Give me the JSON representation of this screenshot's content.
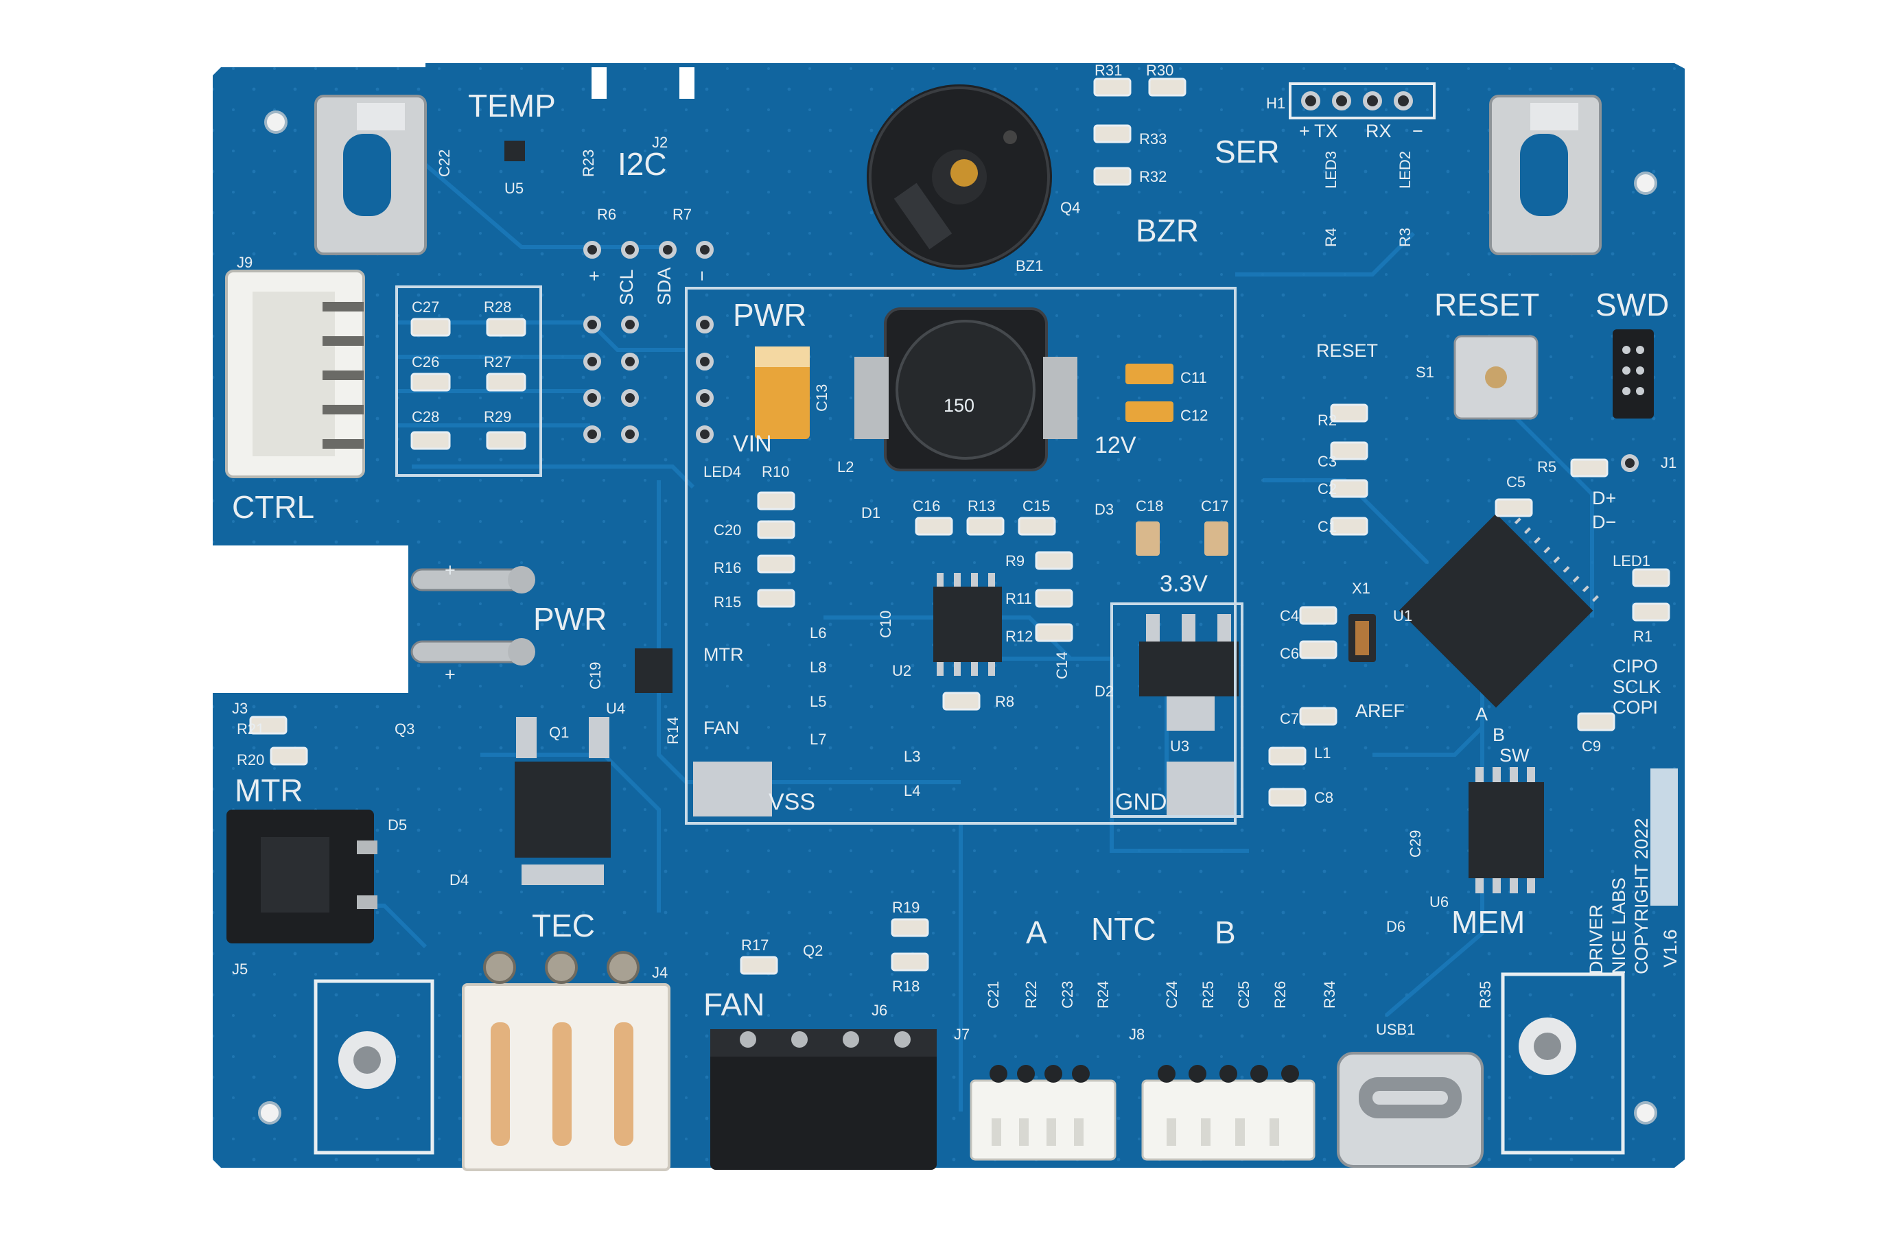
{
  "board": {
    "colors": {
      "pcb": "#11659f",
      "pcb_dark": "#0b4c7c",
      "silkscreen": "#e8eef2",
      "trace": "#1a76b3",
      "pad": "#c9ced3",
      "ic": "#262a2e",
      "connector_white": "#f2f2ee",
      "connector_black": "#1d1f22"
    },
    "section_labels": {
      "temp": "TEMP",
      "i2c": "I2C",
      "ser": "SER",
      "bzr": "BZR",
      "reset": "RESET",
      "swd": "SWD",
      "pwr_block": "PWR",
      "pwr_input": "PWR",
      "ctrl": "CTRL",
      "mtr": "MTR",
      "tec": "TEC",
      "fan": "FAN",
      "ntc": "NTC",
      "ntc_a": "A",
      "ntc_b": "B",
      "mem": "MEM"
    },
    "pin_labels": {
      "scl": "SCL",
      "sda": "SDA",
      "plus": "+",
      "minus": "−",
      "tx": "TX",
      "rx": "RX",
      "vin": "VIN",
      "v12": "12V",
      "v33": "3.3V",
      "vss": "VSS",
      "gnd": "GND",
      "reset_pin": "RESET",
      "aref": "AREF",
      "cipo": "CIPO",
      "sclk": "SCLK",
      "copi": "COPI",
      "d_plus": "D+",
      "d_minus": "D−",
      "a": "A",
      "b": "B",
      "sw": "SW",
      "mtr_pin": "MTR",
      "fan_pin": "FAN"
    },
    "designators": {
      "j2": "J2",
      "j3": "J3",
      "j4": "J4",
      "j5": "J5",
      "j6": "J6",
      "j7": "J7",
      "j8": "J8",
      "j9": "J9",
      "j1": "J1",
      "h1": "H1",
      "u1": "U1",
      "u2": "U2",
      "u3": "U3",
      "u4": "U4",
      "u5": "U5",
      "u6": "U6",
      "q1": "Q1",
      "q2": "Q2",
      "q3": "Q3",
      "q4": "Q4",
      "bz1": "BZ1",
      "s1": "S1",
      "x1": "X1",
      "usb1": "USB1",
      "d1": "D1",
      "d2": "D2",
      "d3": "D3",
      "d4": "D4",
      "d5": "D5",
      "d6": "D6",
      "l1": "L1",
      "l2": "L2",
      "l3": "L3",
      "l4": "L4",
      "l5": "L5",
      "l6": "L6",
      "l7": "L7",
      "l8": "L8",
      "led1": "LED1",
      "led2": "LED2",
      "led3": "LED3",
      "led4": "LED4",
      "c1": "C1",
      "c2": "C2",
      "c3": "C3",
      "c4": "C4",
      "c5": "C5",
      "c6": "C6",
      "c7": "C7",
      "c8": "C8",
      "c9": "C9",
      "c11": "C11",
      "c12": "C12",
      "c13": "C13",
      "c14": "C14",
      "c15": "C15",
      "c16": "C16",
      "c17": "C17",
      "c18": "C18",
      "c19": "C19",
      "c20": "C20",
      "c21": "C21",
      "c22": "C22",
      "c23": "C23",
      "c24": "C24",
      "c25": "C25",
      "c26": "C26",
      "c27": "C27",
      "c28": "C28",
      "c29": "C29",
      "c10": "C10",
      "r1": "R1",
      "r2": "R2",
      "r3": "R3",
      "r4": "R4",
      "r5": "R5",
      "r6": "R6",
      "r7": "R7",
      "r8": "R8",
      "r9": "R9",
      "r10": "R10",
      "r11": "R11",
      "r12": "R12",
      "r13": "R13",
      "r14": "R14",
      "r15": "R15",
      "r16": "R16",
      "r17": "R17",
      "r18": "R18",
      "r19": "R19",
      "r20": "R20",
      "r21": "R21",
      "r22": "R22",
      "r23": "R23",
      "r24": "R24",
      "r25": "R25",
      "r26": "R26",
      "r27": "R27",
      "r28": "R28",
      "r29": "R29",
      "r30": "R30",
      "r31": "R31",
      "r32": "R32",
      "r33": "R33",
      "r34": "R34",
      "r35": "R35"
    },
    "inductor_marking": "150",
    "credits": {
      "line1": "DRIVER",
      "line2": "NICE LABS",
      "line3": "COPYRIGHT 2022",
      "version": "V1.6"
    }
  }
}
